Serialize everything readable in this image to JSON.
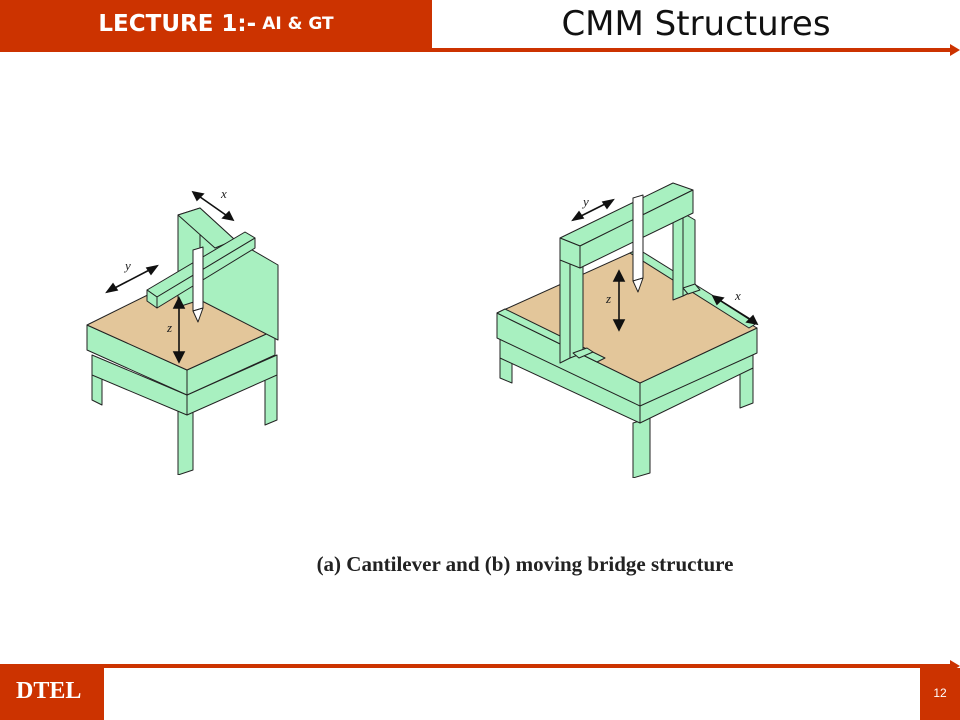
{
  "header": {
    "lecture_prefix": "LECTURE 1:-",
    "lecture_topic": "AI & GT",
    "title": "CMM Structures"
  },
  "figures": {
    "a": {
      "axis_x": "x",
      "axis_y": "y",
      "axis_z": "z"
    },
    "b": {
      "axis_x": "x",
      "axis_y": "y",
      "axis_z": "z"
    }
  },
  "caption": "(a) Cantilever and (b) moving bridge structure",
  "footer": {
    "logo": "DTEL",
    "page_number": "12"
  },
  "colors": {
    "accent": "#cc3300",
    "frame_green": "#a8f0c0",
    "table_tan": "#e3c69a"
  }
}
